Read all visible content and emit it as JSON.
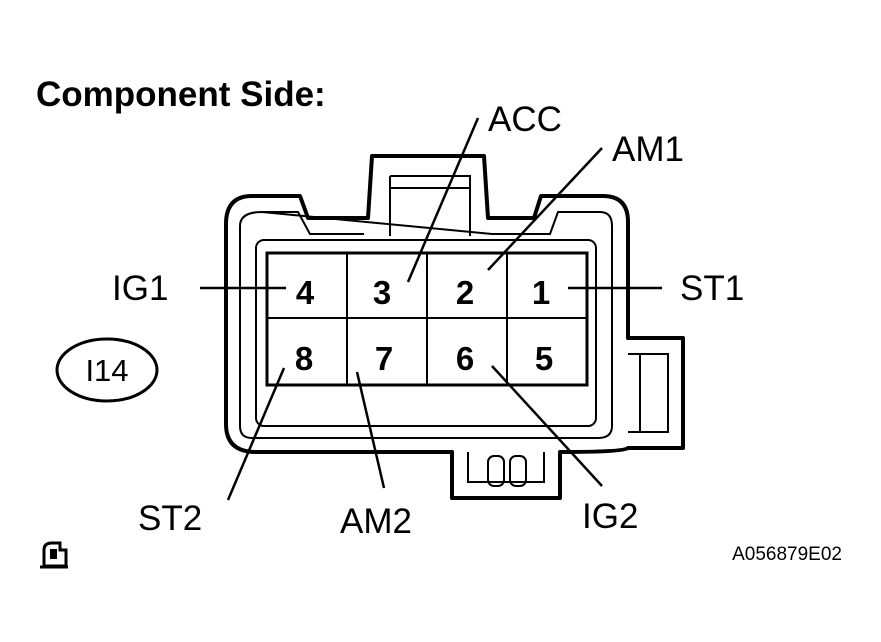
{
  "title": "Component Side:",
  "connector_code": "I14",
  "figure_ref": "A056879E02",
  "icon": "connector-symbol-icon",
  "pins": {
    "p1": "1",
    "p2": "2",
    "p3": "3",
    "p4": "4",
    "p5": "5",
    "p6": "6",
    "p7": "7",
    "p8": "8"
  },
  "terminals": {
    "acc": "ACC",
    "am1": "AM1",
    "ig1": "IG1",
    "st1": "ST1",
    "st2": "ST2",
    "am2": "AM2",
    "ig2": "IG2"
  }
}
